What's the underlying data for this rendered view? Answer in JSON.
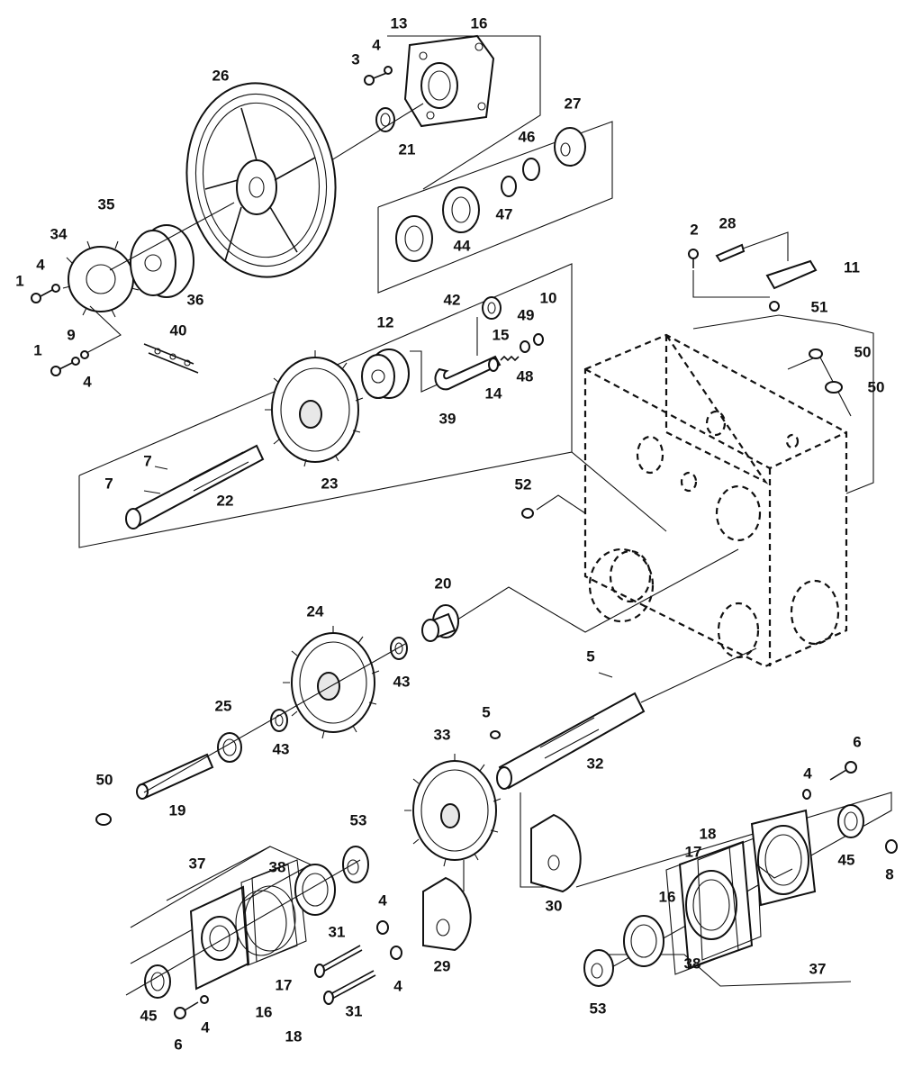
{
  "callouts": [
    {
      "id": "c13",
      "text": "13"
    },
    {
      "id": "c16a",
      "text": "16"
    },
    {
      "id": "c3",
      "text": "3"
    },
    {
      "id": "c4a",
      "text": "4"
    },
    {
      "id": "c26",
      "text": "26"
    },
    {
      "id": "c21",
      "text": "21"
    },
    {
      "id": "c27",
      "text": "27"
    },
    {
      "id": "c46",
      "text": "46"
    },
    {
      "id": "c47",
      "text": "47"
    },
    {
      "id": "c44",
      "text": "44"
    },
    {
      "id": "c35",
      "text": "35"
    },
    {
      "id": "c34",
      "text": "34"
    },
    {
      "id": "c4b",
      "text": "4"
    },
    {
      "id": "c1a",
      "text": "1"
    },
    {
      "id": "c36",
      "text": "36"
    },
    {
      "id": "c2",
      "text": "2"
    },
    {
      "id": "c28",
      "text": "28"
    },
    {
      "id": "c11",
      "text": "11"
    },
    {
      "id": "c51",
      "text": "51"
    },
    {
      "id": "c40",
      "text": "40"
    },
    {
      "id": "c9",
      "text": "9"
    },
    {
      "id": "c1b",
      "text": "1"
    },
    {
      "id": "c4c",
      "text": "4"
    },
    {
      "id": "c42",
      "text": "42"
    },
    {
      "id": "c10",
      "text": "10"
    },
    {
      "id": "c49",
      "text": "49"
    },
    {
      "id": "c12",
      "text": "12"
    },
    {
      "id": "c15",
      "text": "15"
    },
    {
      "id": "c48",
      "text": "48"
    },
    {
      "id": "c14",
      "text": "14"
    },
    {
      "id": "c39",
      "text": "39"
    },
    {
      "id": "c50a",
      "text": "50"
    },
    {
      "id": "c50b",
      "text": "50"
    },
    {
      "id": "c7a",
      "text": "7"
    },
    {
      "id": "c7b",
      "text": "7"
    },
    {
      "id": "c22",
      "text": "22"
    },
    {
      "id": "c23",
      "text": "23"
    },
    {
      "id": "c52",
      "text": "52"
    },
    {
      "id": "c20",
      "text": "20"
    },
    {
      "id": "c24",
      "text": "24"
    },
    {
      "id": "c43a",
      "text": "43"
    },
    {
      "id": "c5a",
      "text": "5"
    },
    {
      "id": "c25",
      "text": "25"
    },
    {
      "id": "c43b",
      "text": "43"
    },
    {
      "id": "c5b",
      "text": "5"
    },
    {
      "id": "c33",
      "text": "33"
    },
    {
      "id": "c32",
      "text": "32"
    },
    {
      "id": "c6a",
      "text": "6"
    },
    {
      "id": "c50c",
      "text": "50"
    },
    {
      "id": "c19",
      "text": "19"
    },
    {
      "id": "c4d",
      "text": "4"
    },
    {
      "id": "c53a",
      "text": "53"
    },
    {
      "id": "c18a",
      "text": "18"
    },
    {
      "id": "c37a",
      "text": "37"
    },
    {
      "id": "c38a",
      "text": "38"
    },
    {
      "id": "c17a",
      "text": "17"
    },
    {
      "id": "c45a",
      "text": "45"
    },
    {
      "id": "c8",
      "text": "8"
    },
    {
      "id": "c16b",
      "text": "16"
    },
    {
      "id": "c30",
      "text": "30"
    },
    {
      "id": "c4e",
      "text": "4"
    },
    {
      "id": "c31a",
      "text": "31"
    },
    {
      "id": "c29",
      "text": "29"
    },
    {
      "id": "c38b",
      "text": "38"
    },
    {
      "id": "c37b",
      "text": "37"
    },
    {
      "id": "c4f",
      "text": "4"
    },
    {
      "id": "c16c",
      "text": "16"
    },
    {
      "id": "c17b",
      "text": "17"
    },
    {
      "id": "c45b",
      "text": "45"
    },
    {
      "id": "c31b",
      "text": "31"
    },
    {
      "id": "c53b",
      "text": "53"
    },
    {
      "id": "c6b",
      "text": "6"
    },
    {
      "id": "c4g",
      "text": "4"
    },
    {
      "id": "c18b",
      "text": "18"
    }
  ]
}
